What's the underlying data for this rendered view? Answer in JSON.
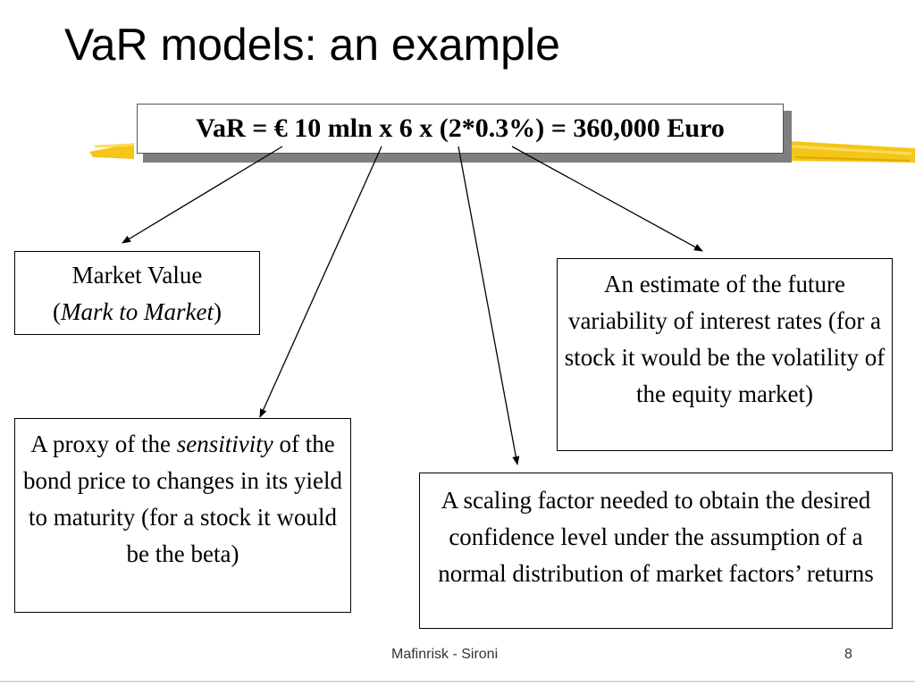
{
  "slide": {
    "title": "VaR models: an example",
    "formula": "VaR = € 10 mln x 6 x (2*0.3%) = 360,000 Euro",
    "boxes": {
      "market_value": {
        "line1": "Market Value",
        "open": "(",
        "emph": "Mark to Market",
        "close": ")"
      },
      "sensitivity": {
        "pre": "A proxy of the ",
        "emph": "sensitivity",
        "post": " of the bond price to changes in its yield to maturity (for a stock it would be the beta)"
      },
      "scaling": {
        "text": "A scaling factor needed to obtain the desired confidence level under the assumption of a normal distribution of market factors’ returns"
      },
      "volatility": {
        "text": "An estimate of the future variability of interest rates (for a stock it would be the volatility of the equity market)"
      }
    },
    "footer": {
      "source": "Mafinrisk - Sironi",
      "page": "8"
    },
    "colors": {
      "highlight_stroke": "#f5c518",
      "shadow": "#7f7f7f",
      "border": "#000000"
    }
  }
}
